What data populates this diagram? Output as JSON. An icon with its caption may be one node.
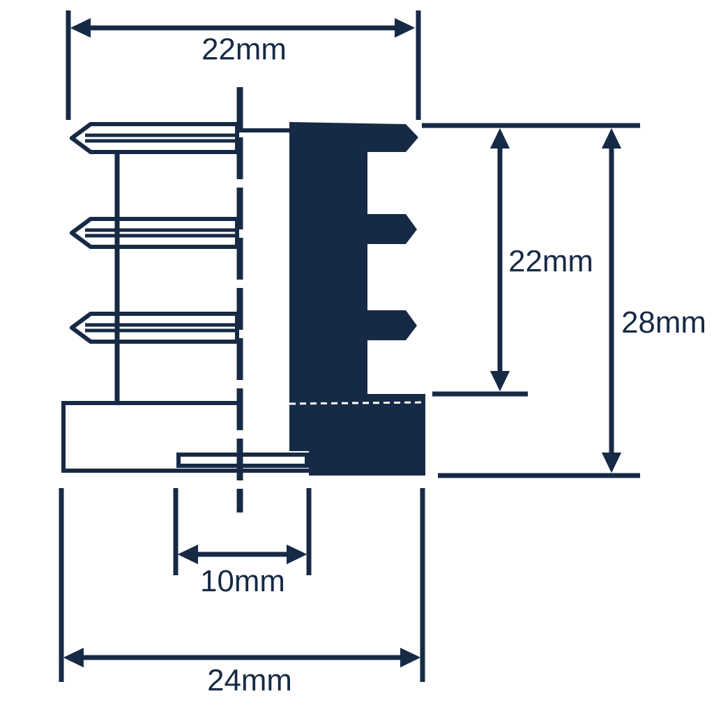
{
  "diagram": {
    "labels": [
      "22mm",
      "22mm",
      "28mm",
      "10mm",
      "24mm"
    ]
  }
}
